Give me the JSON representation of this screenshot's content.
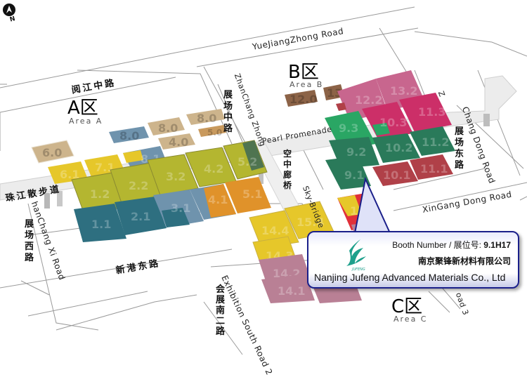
{
  "compass": {
    "label": "N",
    "icon": "north-arrow-icon"
  },
  "roads": {
    "yuejiang_zhong_en": "YueJiangZhong Road",
    "yuejiang_zhong_cn": "阅江中路",
    "pearl_promenade_en": "Pearl Promenade",
    "pearl_promenade_cn": "珠江散步道",
    "zhanchang_zhong_en": "ZhanChang Zhong",
    "zhanchang_zhong_cn": "展场中路",
    "zhanchang_dong_en": "Chang Dong Road",
    "zhanchang_dong_cn": "展场东路",
    "zhanchang_xi_en": "hanChang Xi Road",
    "zhanchang_xi_cn": "展场西路",
    "xingang_dong_en": "XinGang Dong Road",
    "xingang_dong_cn": "新港东路",
    "sky_bridge_en": "Sky-Bridge",
    "sky_bridge_cn": "空中廊桥",
    "exhibition_south_2_en": "Exhibition South Road 2",
    "exhibition_south_2_cn": "会展南二路",
    "road3_fragment": "oad 3",
    "z_fragment": "Z"
  },
  "areas": {
    "a": {
      "cn": "A区",
      "en": "Area A"
    },
    "b": {
      "cn": "B区",
      "en": "Area B"
    },
    "c": {
      "cn": "C区",
      "en": "Area C"
    }
  },
  "halls": {
    "h6_0": "6.0",
    "h8_0a": "8.0",
    "h8_0b": "8.0",
    "h8_0c": "8.0",
    "h4_0": "4.0",
    "h5_0": "5.0",
    "h6_1": "6.1",
    "h7_1": "7.1",
    "h8_1": "8.1",
    "h1_2": "1.2",
    "h2_2": "2.2",
    "h3_2": "3.2",
    "h4_2": "4.2",
    "h5_2": "5.2",
    "h1_1": "1.1",
    "h2_1": "2.1",
    "h3_1": "3.1",
    "h4_1": "4.1",
    "h5_1": "5.1",
    "h12_0": "12.0",
    "h13_0": "13.0",
    "h12_2": "12.2",
    "h13_2": "13.2",
    "h10_3": "10.3",
    "h11_3": "11.3",
    "h9_3": "9.3",
    "h9_2": "9.2",
    "h10_2": "10.2",
    "h11_2": "11.2",
    "h9_1": "9.1",
    "h10_1": "10.1",
    "h11_1": "11.1",
    "h14_4": "14.4",
    "h15_4": "15.4",
    "h16_4": "16.4",
    "h14_3": "14.3",
    "h14_2": "14.2",
    "h14_1": "14.1"
  },
  "colors": {
    "tan": "#cdb48c",
    "steel_blue": "#6f93ad",
    "yellow": "#e6c72a",
    "olive": "#b4b630",
    "teal": "#2e6f80",
    "orange": "#e0922a",
    "brown": "#8c6347",
    "pink": "#c8668e",
    "magenta": "#cc2f68",
    "green_light": "#2aa664",
    "green_dark": "#2a7a5a",
    "red_dark": "#b04048",
    "mauve": "#b98095",
    "red": "#e0303a",
    "popup_border": "#1a1f8a"
  },
  "popup": {
    "booth_label": "Booth Number / 展位号: ",
    "booth_number": "9.1H17",
    "company_cn": "南京聚锋新材料有限公司",
    "company_en": "Nanjing Jufeng Advanced Materials Co., Ltd",
    "logo_caption": "JUFENG"
  }
}
